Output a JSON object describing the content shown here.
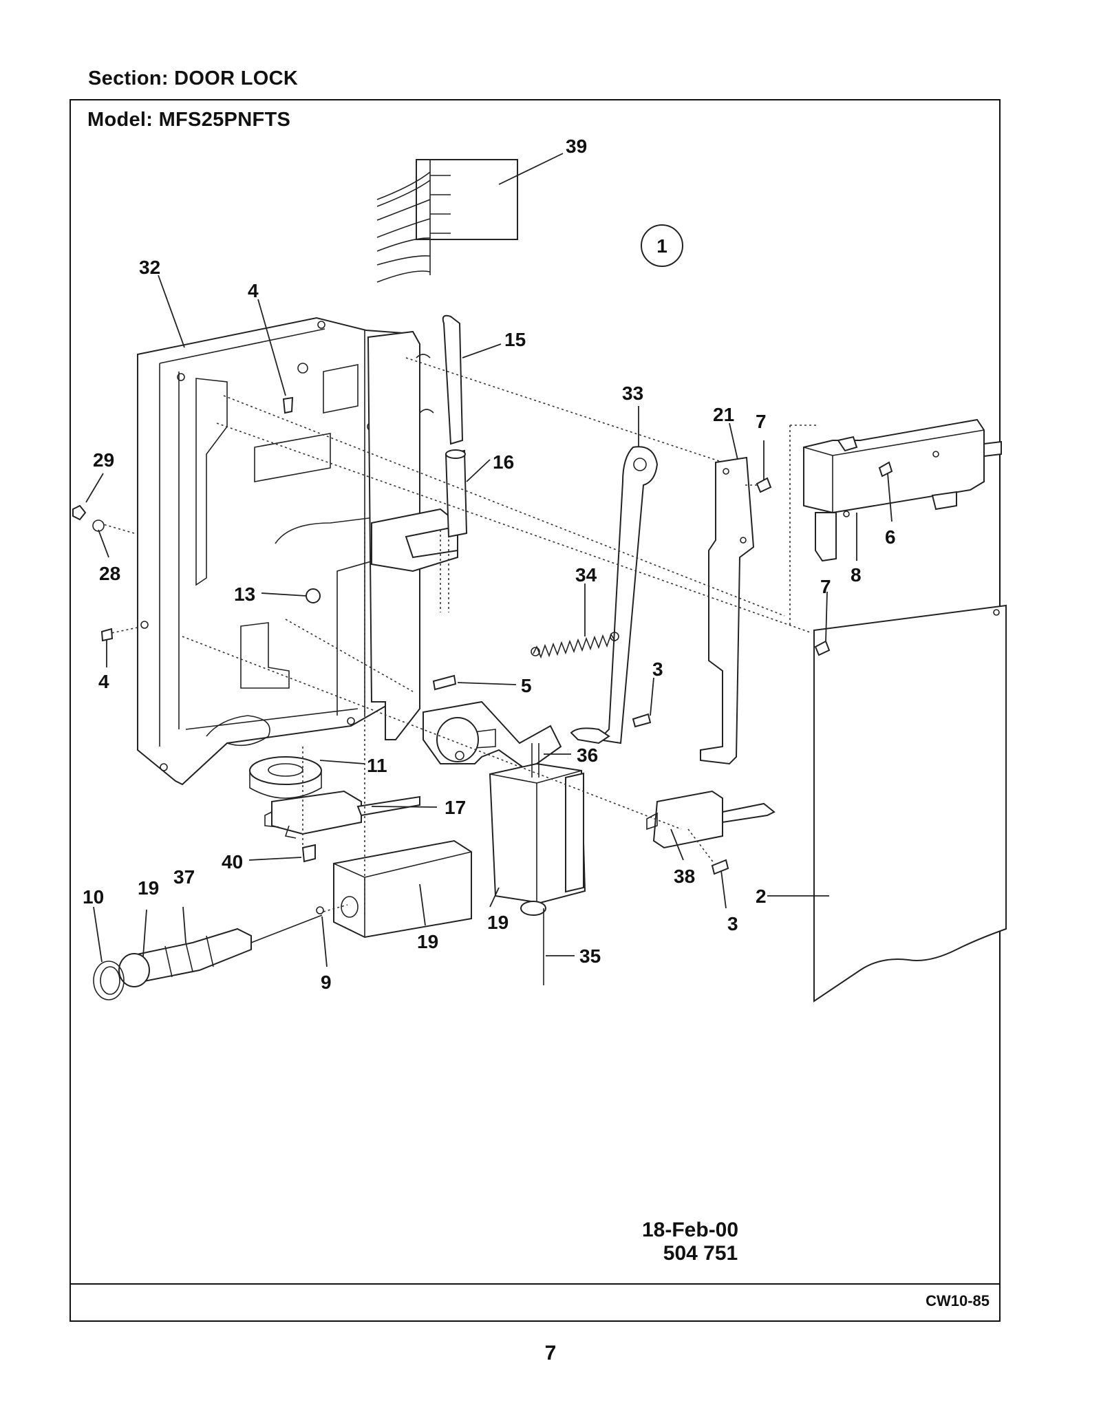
{
  "header": {
    "section_label": "Section:  DOOR LOCK",
    "model_label": "Model:  MFS25PNFTS"
  },
  "stamp": {
    "date": "18-Feb-00",
    "number": "504 751"
  },
  "footer": {
    "code": "CW10-85"
  },
  "page_number": "7",
  "callouts": {
    "c1": "1",
    "c32": "32",
    "c4a": "4",
    "c15": "15",
    "c16": "16",
    "c39": "39",
    "c33": "33",
    "c21": "21",
    "c7a": "7",
    "c6": "6",
    "c8": "8",
    "c7b": "7",
    "c29": "29",
    "c28": "28",
    "c13": "13",
    "c4b": "4",
    "c34": "34",
    "c3a": "3",
    "c5": "5",
    "c36": "36",
    "c11": "11",
    "c17": "17",
    "c40": "40",
    "c10": "10",
    "c19a": "19",
    "c37": "37",
    "c9": "9",
    "c19b": "19",
    "c19c": "19",
    "c35": "35",
    "c38": "38",
    "c3b": "3",
    "c2": "2"
  }
}
